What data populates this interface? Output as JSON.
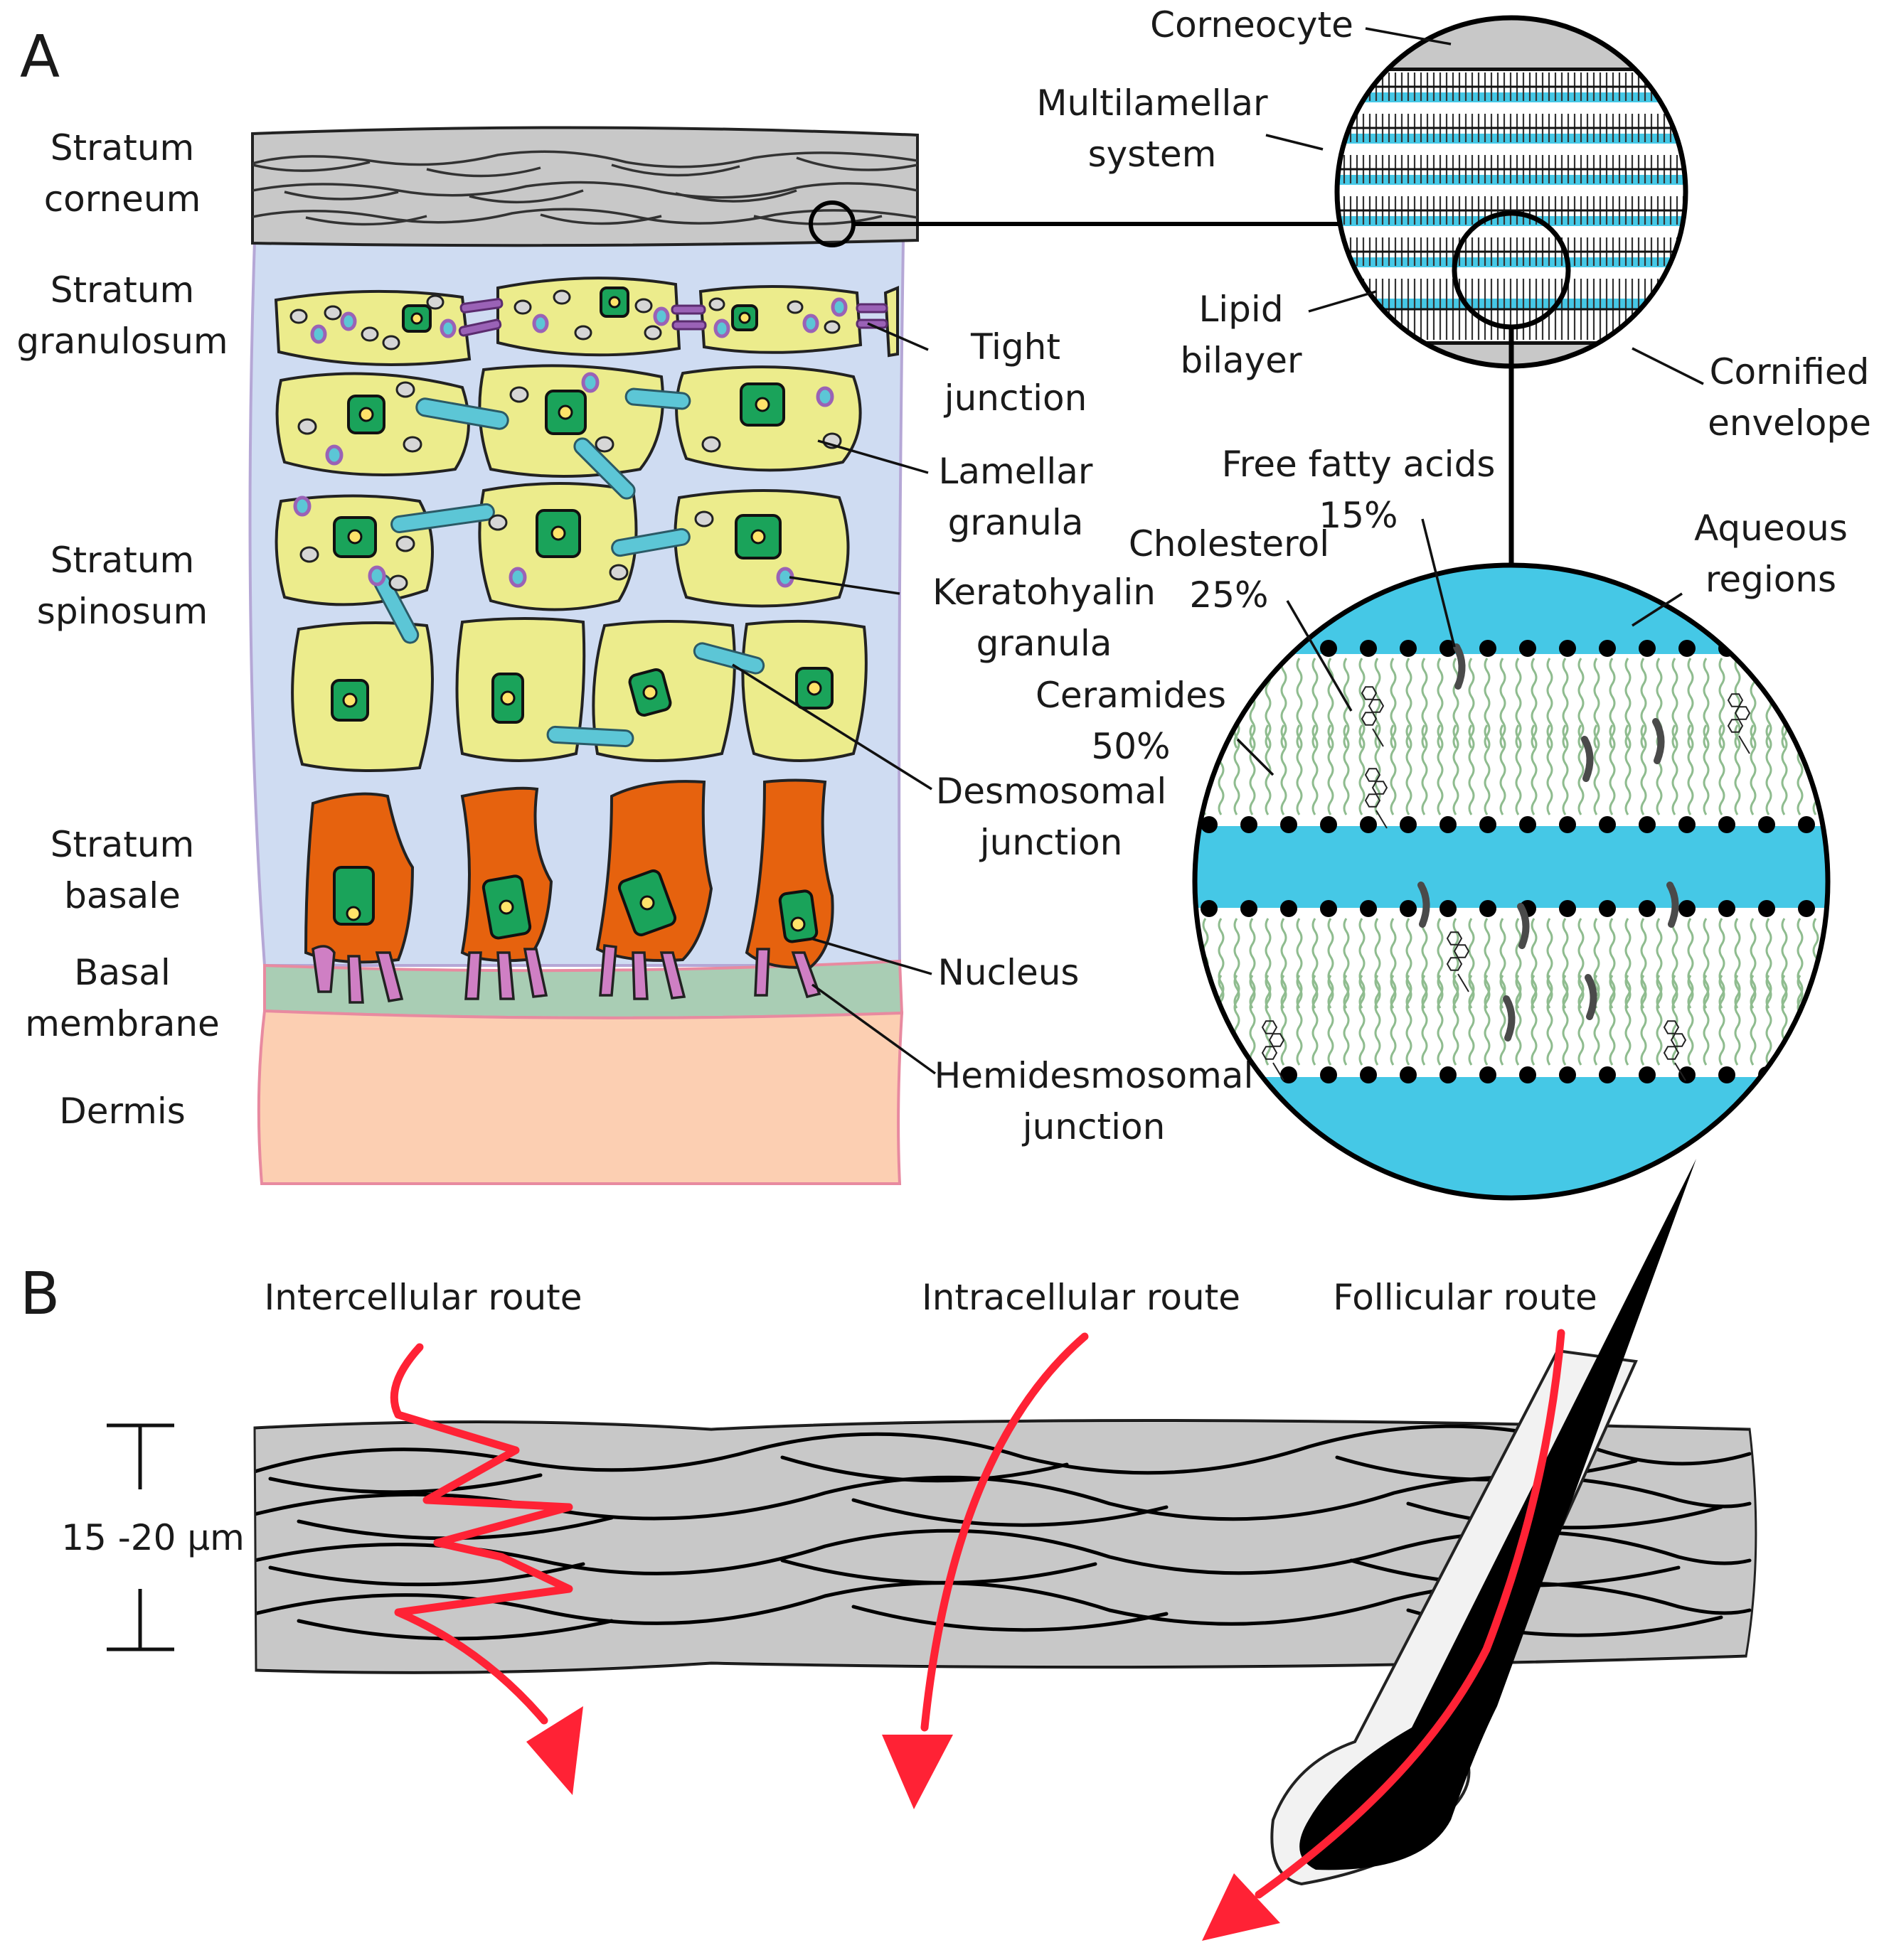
{
  "panel_a": {
    "letter": "A",
    "layers": {
      "corneum": [
        "Stratum",
        "corneum"
      ],
      "granulosum": [
        "Stratum",
        "granulosum"
      ],
      "spinosum": [
        "Stratum",
        "spinosum"
      ],
      "basale": [
        "Stratum",
        "basale"
      ],
      "basal_membrane": [
        "Basal",
        "membrane"
      ],
      "dermis": [
        "Dermis"
      ]
    },
    "callouts": {
      "tight": [
        "Tight",
        "junction"
      ],
      "lamellar": [
        "Lamellar",
        "granula"
      ],
      "keratohyalin": [
        "Keratohyalin",
        "granula"
      ],
      "desmosomal": [
        "Desmosomal",
        "junction"
      ],
      "nucleus": [
        "Nucleus"
      ],
      "hemidesmosomal": [
        "Hemidesmosomal",
        "junction"
      ]
    },
    "zoom1": {
      "corneocyte": [
        "Corneocyte"
      ],
      "multilamellar": [
        "Multilamellar",
        "system"
      ],
      "lipid_bilayer": [
        "Lipid",
        "bilayer"
      ],
      "cornified": [
        "Cornified",
        "envelope"
      ]
    },
    "zoom2": {
      "ffa": [
        "Free fatty acids",
        "15%"
      ],
      "cholesterol": [
        "Cholesterol",
        "25%"
      ],
      "ceramides": [
        "Ceramides",
        "50%"
      ],
      "aqueous": [
        "Aqueous",
        "regions"
      ]
    }
  },
  "panel_b": {
    "letter": "B",
    "routes": {
      "intercellular": "Intercellular route",
      "intracellular": "Intracellular route",
      "follicular": "Follicular route"
    },
    "thickness": "15 -20 μm"
  },
  "colors": {
    "corneocyte_gray": "#c8c8c8",
    "epidermis_bg": "#cfdcf2",
    "keratinocyte_yellow": "#ecec8c",
    "nucleus_green": "#1aa35a",
    "basal_orange": "#e6620e",
    "hemidesmosome_pink": "#cf7fc4",
    "basal_membrane": "#a9cdb4",
    "dermis_peach": "#fccfb2",
    "aqueous_blue": "#45c8e6",
    "route_red": "#ff2235",
    "desmosome_teal": "#5cc6d6",
    "tight_junction_purple": "#9a62b6",
    "ceramide_green": "#8fbc8f"
  }
}
